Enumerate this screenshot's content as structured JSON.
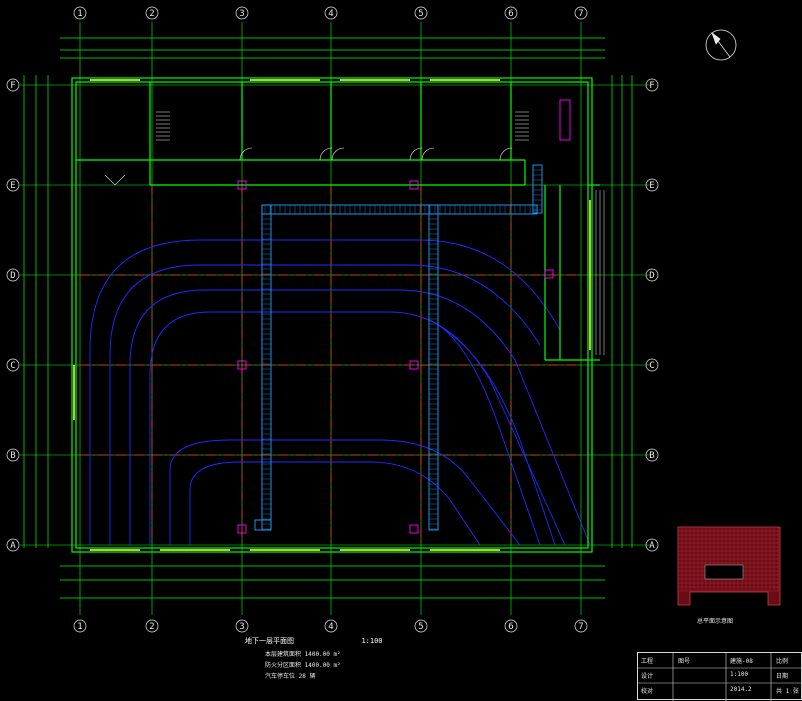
{
  "grid": {
    "columns": [
      "1",
      "2",
      "3",
      "4",
      "5",
      "6",
      "7"
    ],
    "rows": [
      "F",
      "E",
      "D",
      "C",
      "B",
      "A"
    ]
  },
  "drawing_title": "地下一层平面图",
  "drawing_scale": "1:100",
  "notes": [
    "本层建筑面积 1400.00 m²",
    "防火分区面积 1400.00 m²",
    "汽车停车位 28 辆"
  ],
  "keyplan_caption": "总平面示意图",
  "title_block": {
    "rows": [
      [
        "工程",
        "图号",
        "建施-08",
        "比例"
      ],
      [
        "设计",
        "",
        "1:100",
        "日期"
      ],
      [
        "校对",
        "",
        "2014.2",
        "共 1 张"
      ]
    ]
  },
  "colors": {
    "background": "#000000",
    "wall": "#00ff00",
    "axis": "#ff2d2d",
    "ramp": "#1e2bff",
    "corridor": "#1fa0ff",
    "text": "#e8e8e8",
    "accent": "#ff00ff"
  }
}
